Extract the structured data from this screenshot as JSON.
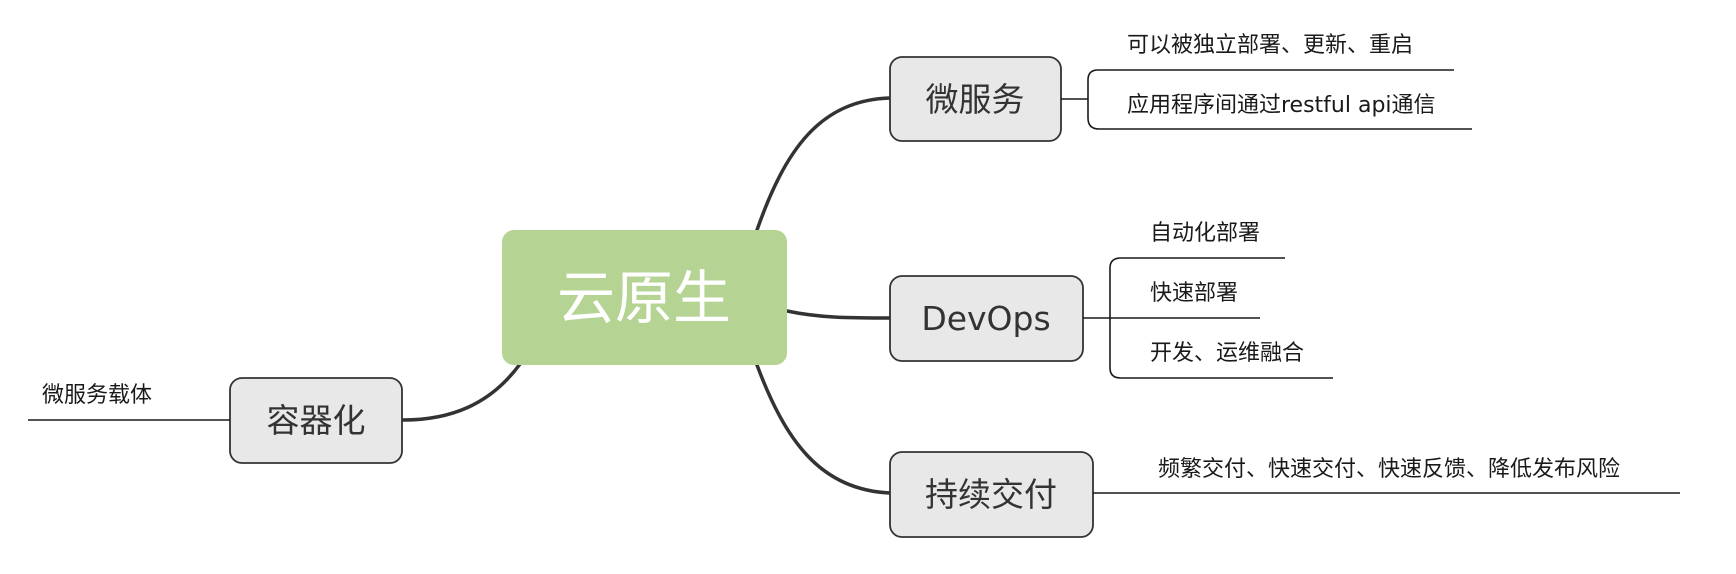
{
  "root": {
    "label": "云原生"
  },
  "branches": {
    "microservice": {
      "label": "微服务",
      "leaves": [
        "可以被独立部署、更新、重启",
        "应用程序间通过restful api通信"
      ]
    },
    "devops": {
      "label": "DevOps",
      "leaves": [
        "自动化部署",
        "快速部署",
        "开发、运维融合"
      ]
    },
    "cd": {
      "label": "持续交付",
      "leaves": [
        "频繁交付、快速交付、快速反馈、降低发布风险"
      ]
    },
    "container": {
      "label": "容器化",
      "leaves": [
        "微服务载体"
      ]
    }
  },
  "colors": {
    "root": "#b5d494",
    "node": "#e8e8e8",
    "edge": "#333333"
  }
}
